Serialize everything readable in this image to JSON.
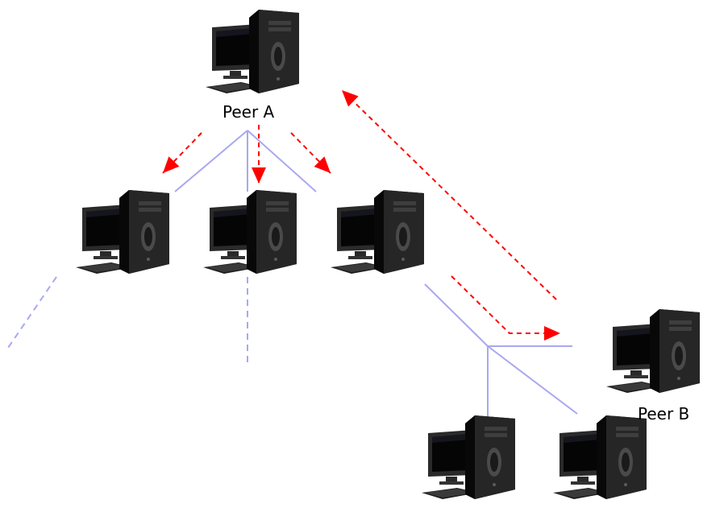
{
  "labels": {
    "peer_a": "Peer A",
    "peer_b": "Peer B"
  },
  "colors": {
    "link": "#a8a8f0",
    "query_arrow": "#ff0000",
    "background": "#ffffff",
    "tower": "#1a1a1a",
    "screen": "#0a0a0a"
  },
  "nodes": [
    {
      "id": "peer-a",
      "label_key": "peer_a"
    },
    {
      "id": "node-1"
    },
    {
      "id": "node-2"
    },
    {
      "id": "node-3"
    },
    {
      "id": "peer-b",
      "label_key": "peer_b"
    },
    {
      "id": "node-4"
    },
    {
      "id": "node-5"
    }
  ],
  "edges": [
    {
      "id": "a-1",
      "style": "solid"
    },
    {
      "id": "a-2",
      "style": "solid"
    },
    {
      "id": "a-3",
      "style": "solid"
    },
    {
      "id": "3-hub",
      "style": "solid"
    },
    {
      "id": "hub-b",
      "style": "solid"
    },
    {
      "id": "hub-4",
      "style": "solid"
    },
    {
      "id": "hub-5",
      "style": "solid"
    },
    {
      "id": "1-out",
      "style": "dashed"
    },
    {
      "id": "2-out",
      "style": "dashed"
    }
  ],
  "query_arrows": [
    {
      "from": "peer-a",
      "to": "node-1"
    },
    {
      "from": "peer-a",
      "to": "node-2"
    },
    {
      "from": "peer-a",
      "to": "node-3"
    },
    {
      "from": "node-3",
      "to": "peer-b"
    },
    {
      "from": "peer-b",
      "to": "peer-a"
    }
  ]
}
